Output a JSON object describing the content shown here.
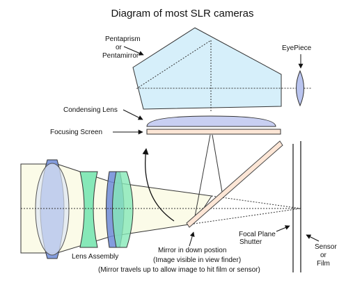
{
  "title": "Diagram of most SLR cameras",
  "labels": {
    "pentaprism": [
      "Pentaprism",
      "or",
      "Pentamirror"
    ],
    "eyepiece": "EyePiece",
    "condensing_lens": "Condensing Lens",
    "focusing_screen": "Focusing Screen",
    "lens_assembly": "Lens Assembly",
    "mirror": [
      "Mirror in down postion",
      "(Image visible in view finder)",
      "(Mirror travels up to allow image to hit film or sensor)"
    ],
    "focal_plane_shutter": [
      "Focal Plane",
      "Shutter"
    ],
    "sensor": [
      "Sensor",
      "or",
      "Film"
    ]
  },
  "colors": {
    "prism_fill": "#d6effa",
    "condensing_fill": "#c8cff2",
    "lens_blue": "#6d8bd8",
    "lens_green": "#86e8b8",
    "light_beam": "#fbfbe8",
    "mirror_fill": "#fde6d6",
    "eyepiece_fill": "#b9c4ef"
  }
}
